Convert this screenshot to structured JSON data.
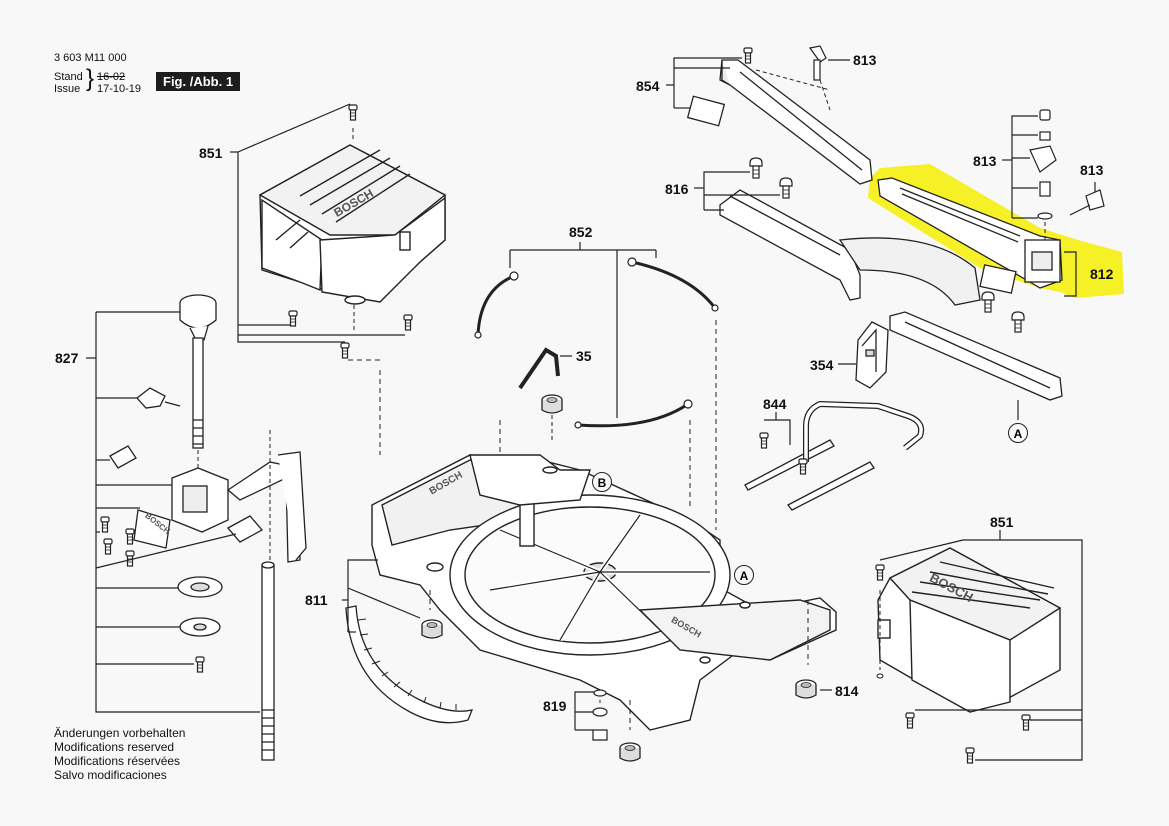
{
  "header": {
    "part_number": "3 603 M11 000",
    "stand_label": "Stand",
    "issue_label": "Issue",
    "stand_date": "16-02",
    "issue_date": "17-10-19",
    "figure_label": "Fig. /Abb. 1"
  },
  "footer_notes": [
    "Änderungen vorbehalten",
    "Modifications reserved",
    "Modifications réservées",
    "Salvo modificaciones"
  ],
  "callouts": {
    "c851_top": "851",
    "c852": "852",
    "c35": "35",
    "c854": "854",
    "c813_a": "813",
    "c813_b": "813",
    "c813_c": "813",
    "c816": "816",
    "c812": "812",
    "c354": "354",
    "c827": "827",
    "c844": "844",
    "c811": "811",
    "c819": "819",
    "c814": "814",
    "c851_bottom": "851"
  },
  "refs": {
    "a_upper": "A",
    "b": "B",
    "a_lower": "A"
  },
  "embossed_text": {
    "brand_cover_top": "BOSCH",
    "brand_cover_bottom": "BOSCH",
    "brand_base": "BOSCH",
    "brand_arm": "BOSCH",
    "brand_clamp": "BOSCH"
  },
  "highlight": {
    "color": "#f5ef1a",
    "part": "812"
  }
}
